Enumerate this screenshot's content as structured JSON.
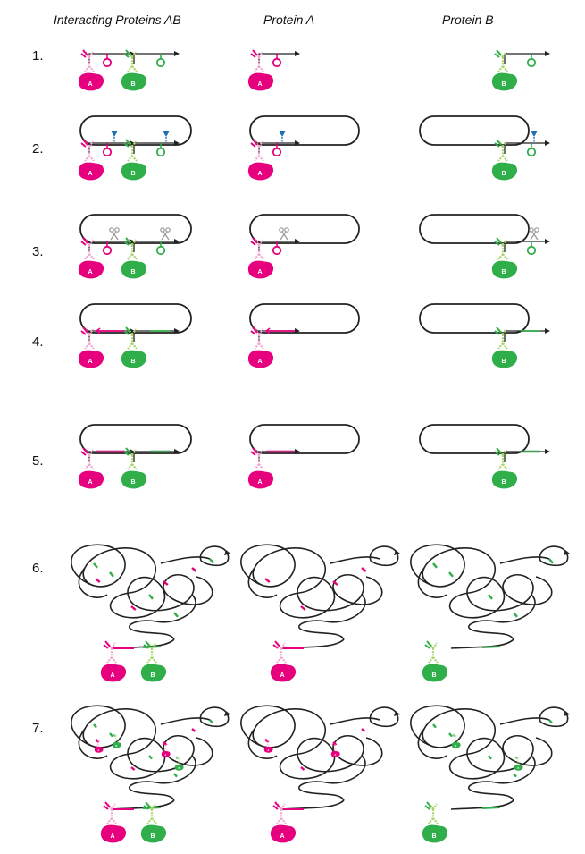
{
  "headers": {
    "col1": "Interacting Proteins AB",
    "col2": "Protein A",
    "col3": "Protein B"
  },
  "steps": [
    "1.",
    "2.",
    "3.",
    "4.",
    "5.",
    "6.",
    "7."
  ],
  "protein_labels": {
    "a": "A",
    "b": "B"
  },
  "colors": {
    "magenta": "#e6007e",
    "pink_light": "#f4a6cf",
    "green": "#2fae4a",
    "green_light": "#a9d66b",
    "blue": "#1f6fb5",
    "grey": "#999999",
    "line": "#222222"
  },
  "icons": {
    "enzyme": "triangle-marker-icon",
    "cut": "scissors-icon",
    "antibody": "antibody-icon",
    "protein": "protein-blob-icon",
    "loop": "hairpin-loop-icon"
  }
}
